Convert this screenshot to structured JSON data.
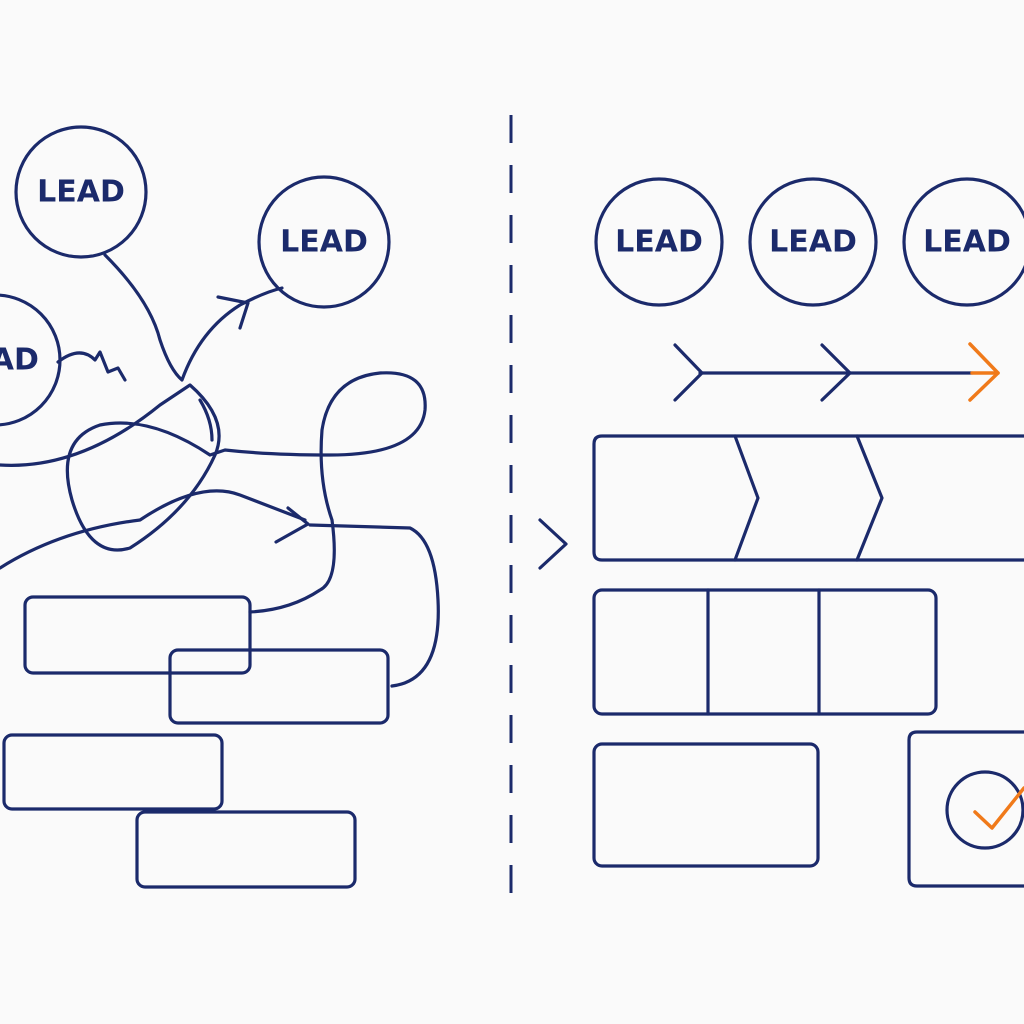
{
  "diagram": {
    "left_panel": {
      "lead_bubbles": [
        {
          "label": "LEAD"
        },
        {
          "label": "LEAD"
        },
        {
          "label": "LEAD"
        }
      ]
    },
    "right_panel": {
      "lead_bubbles": [
        {
          "label": "LEAD"
        },
        {
          "label": "LEAD"
        },
        {
          "label": "LEAD"
        }
      ],
      "checkmark_icon": "check-circle-icon"
    },
    "colors": {
      "line": "#1b2a6b",
      "accent": "#f07a1a",
      "background": "#fafafa"
    }
  }
}
